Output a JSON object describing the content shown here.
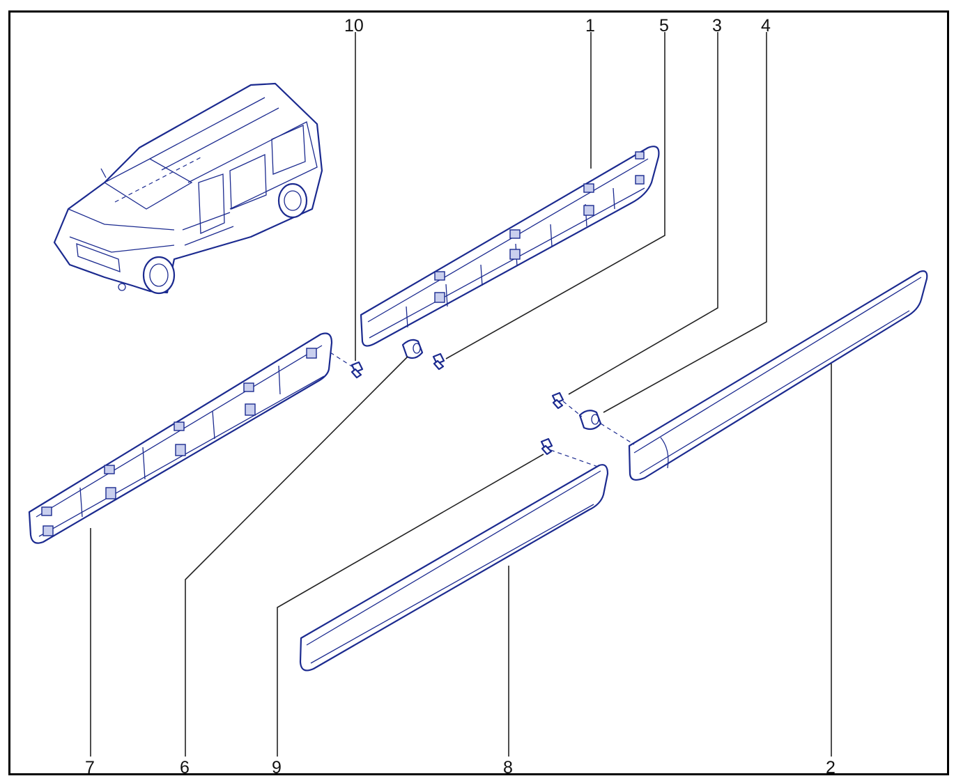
{
  "diagram": {
    "colors": {
      "line": "#1b2a8f",
      "text": "#111111",
      "frame": "#000000"
    },
    "callouts": {
      "c10": "10",
      "c1": "1",
      "c5": "5",
      "c3": "3",
      "c4": "4",
      "c7": "7",
      "c6": "6",
      "c9": "9",
      "c8": "8",
      "c2": "2"
    },
    "icons": {
      "vehicle": "van-isometric-icon",
      "fastener": "screw-icon",
      "spacer": "bushing-icon"
    }
  }
}
